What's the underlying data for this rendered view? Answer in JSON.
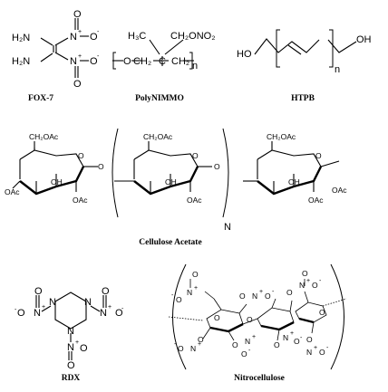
{
  "compounds": {
    "fox7": {
      "name": "FOX-7",
      "atoms": [
        "H₂N",
        "H₂N",
        "N",
        "+",
        "O",
        "-",
        "O",
        "N",
        "+",
        "O",
        "-",
        "O"
      ]
    },
    "polynimmo": {
      "name": "PolyNIMMO",
      "atoms": [
        "H₃C",
        "CH₂ONO₂",
        "O",
        "CH₂",
        "C",
        "CH₂",
        "n"
      ]
    },
    "htpb": {
      "name": "HTPB",
      "atoms": [
        "HO",
        "OH",
        "n"
      ]
    },
    "cellulose_acetate": {
      "name": "Cellulose Acetate",
      "atoms": [
        "CH₂OAc",
        "OAc",
        "OH",
        "O",
        "OAc",
        "O",
        "N"
      ]
    },
    "rdx": {
      "name": "RDX",
      "atoms": [
        "N",
        "+",
        "O",
        "-",
        "O",
        "N"
      ]
    },
    "nitrocellulose": {
      "name": "Nitrocellulose",
      "atoms": [
        "O",
        "N",
        "+",
        "-",
        "O"
      ]
    }
  }
}
